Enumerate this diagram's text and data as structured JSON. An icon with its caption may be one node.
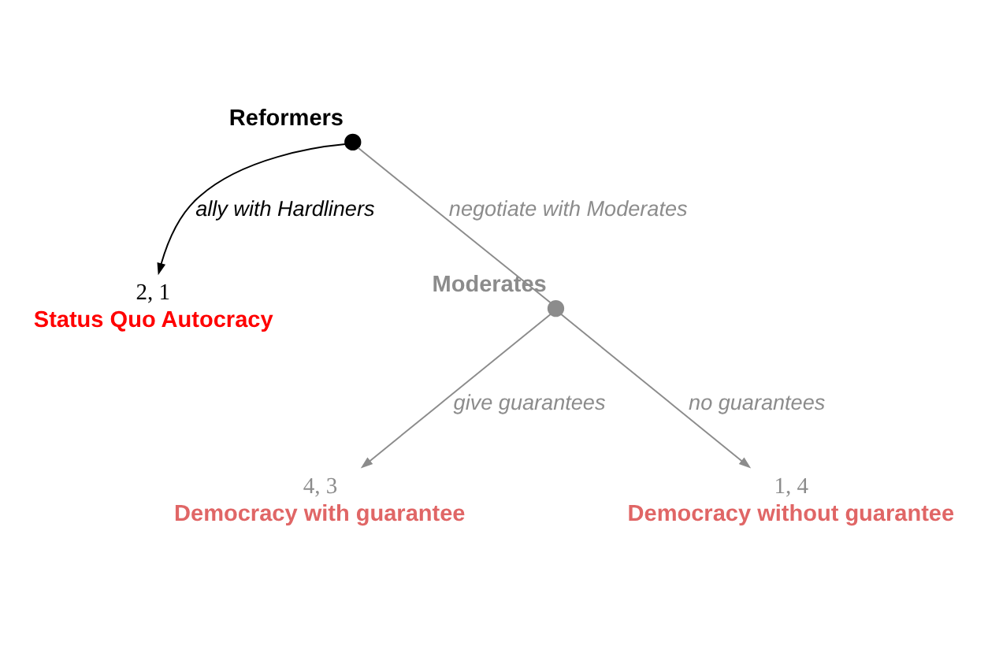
{
  "diagram": {
    "nodes": [
      {
        "text": [
          "Reformers"
        ]
      },
      {
        "text": [
          "Moderates"
        ]
      },
      {
        "text": [
          "2, 1",
          "Status Quo Autocracy"
        ]
      },
      {
        "text": [
          "4, 3",
          "Democracy with guarantee"
        ]
      },
      {
        "text": [
          "1, 4",
          "Democracy without guarantee"
        ]
      }
    ],
    "edges": [
      {
        "from": 0,
        "to": 2,
        "arrow": "to",
        "label": "ally with Hardliners",
        "color": "#000000"
      },
      {
        "from": 0,
        "to": 1,
        "arrow": "none",
        "label": "negotiate with Moderates"
      },
      {
        "from": 1,
        "to": 3,
        "arrow": "to",
        "label": "give guarantees"
      },
      {
        "from": 1,
        "to": 4,
        "arrow": "to",
        "label": "no guarantees"
      }
    ]
  }
}
